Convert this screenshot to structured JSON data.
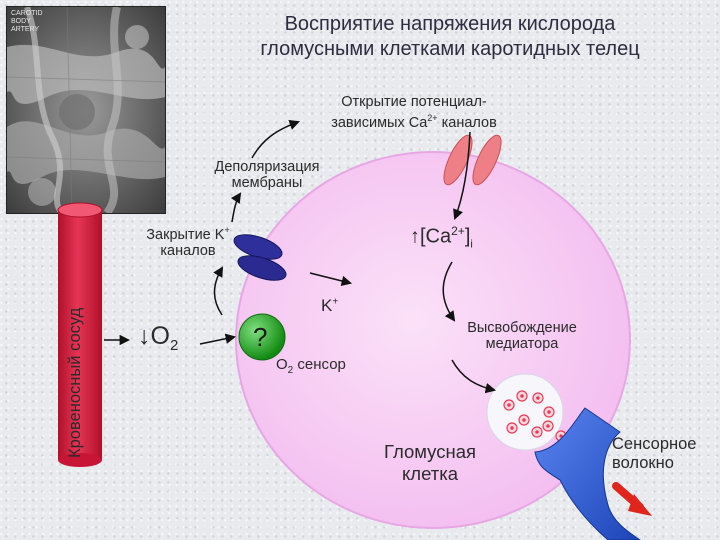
{
  "title": {
    "line1": "Восприятие напряжения кислорода",
    "line2": "гломусными клетками каротидных телец"
  },
  "photo_caption": {
    "line1": "CAROTID",
    "line2": "BODY",
    "line3": "ARTERY"
  },
  "labels": {
    "ca_open_line1": "Открытие потенциал-",
    "ca_open_line2_prefix": "зависимых Ca",
    "ca_open_line2_sup": "2+",
    "ca_open_line2_suffix": " каналов",
    "depol_line1": "Деполяризация",
    "depol_line2": "мембраны",
    "k_close_line1_prefix": "Закрытие K",
    "k_close_line1_sup": "+",
    "k_close_line2": "каналов",
    "ca_increase_arrow": "↑",
    "ca_increase_text": "[Ca",
    "ca_increase_sup": "2+",
    "ca_increase_bracket": "]",
    "ca_increase_sub": "i",
    "k_ion": "K",
    "k_ion_sup": "+",
    "release_line1": "Высвобождение",
    "release_line2": "медиатора",
    "o2_decrease_arrow": "↓",
    "o2_decrease_text": "O",
    "o2_decrease_sub": "2",
    "sensor_question": "?",
    "o2_sensor_prefix": "O",
    "o2_sensor_sub": "2",
    "o2_sensor_suffix": " сенсор",
    "glomus_line1": "Гломусная",
    "glomus_line2": "клетка",
    "fiber_line1": "Сенсорное",
    "fiber_line2": "волокно",
    "vessel": "Кровеносный сосуд"
  },
  "colors": {
    "cell_fill": "#f6c8f3",
    "cell_stroke": "#e7a6e4",
    "vessel": "#d81b3c",
    "k_channel": "#2e2e9a",
    "ca_channel": "#ee7f87",
    "sensor": "#1faa1f",
    "fiber": "#2a5fe0",
    "fiber_arrow": "#e0251c",
    "vesicle": "#e63d5a"
  }
}
